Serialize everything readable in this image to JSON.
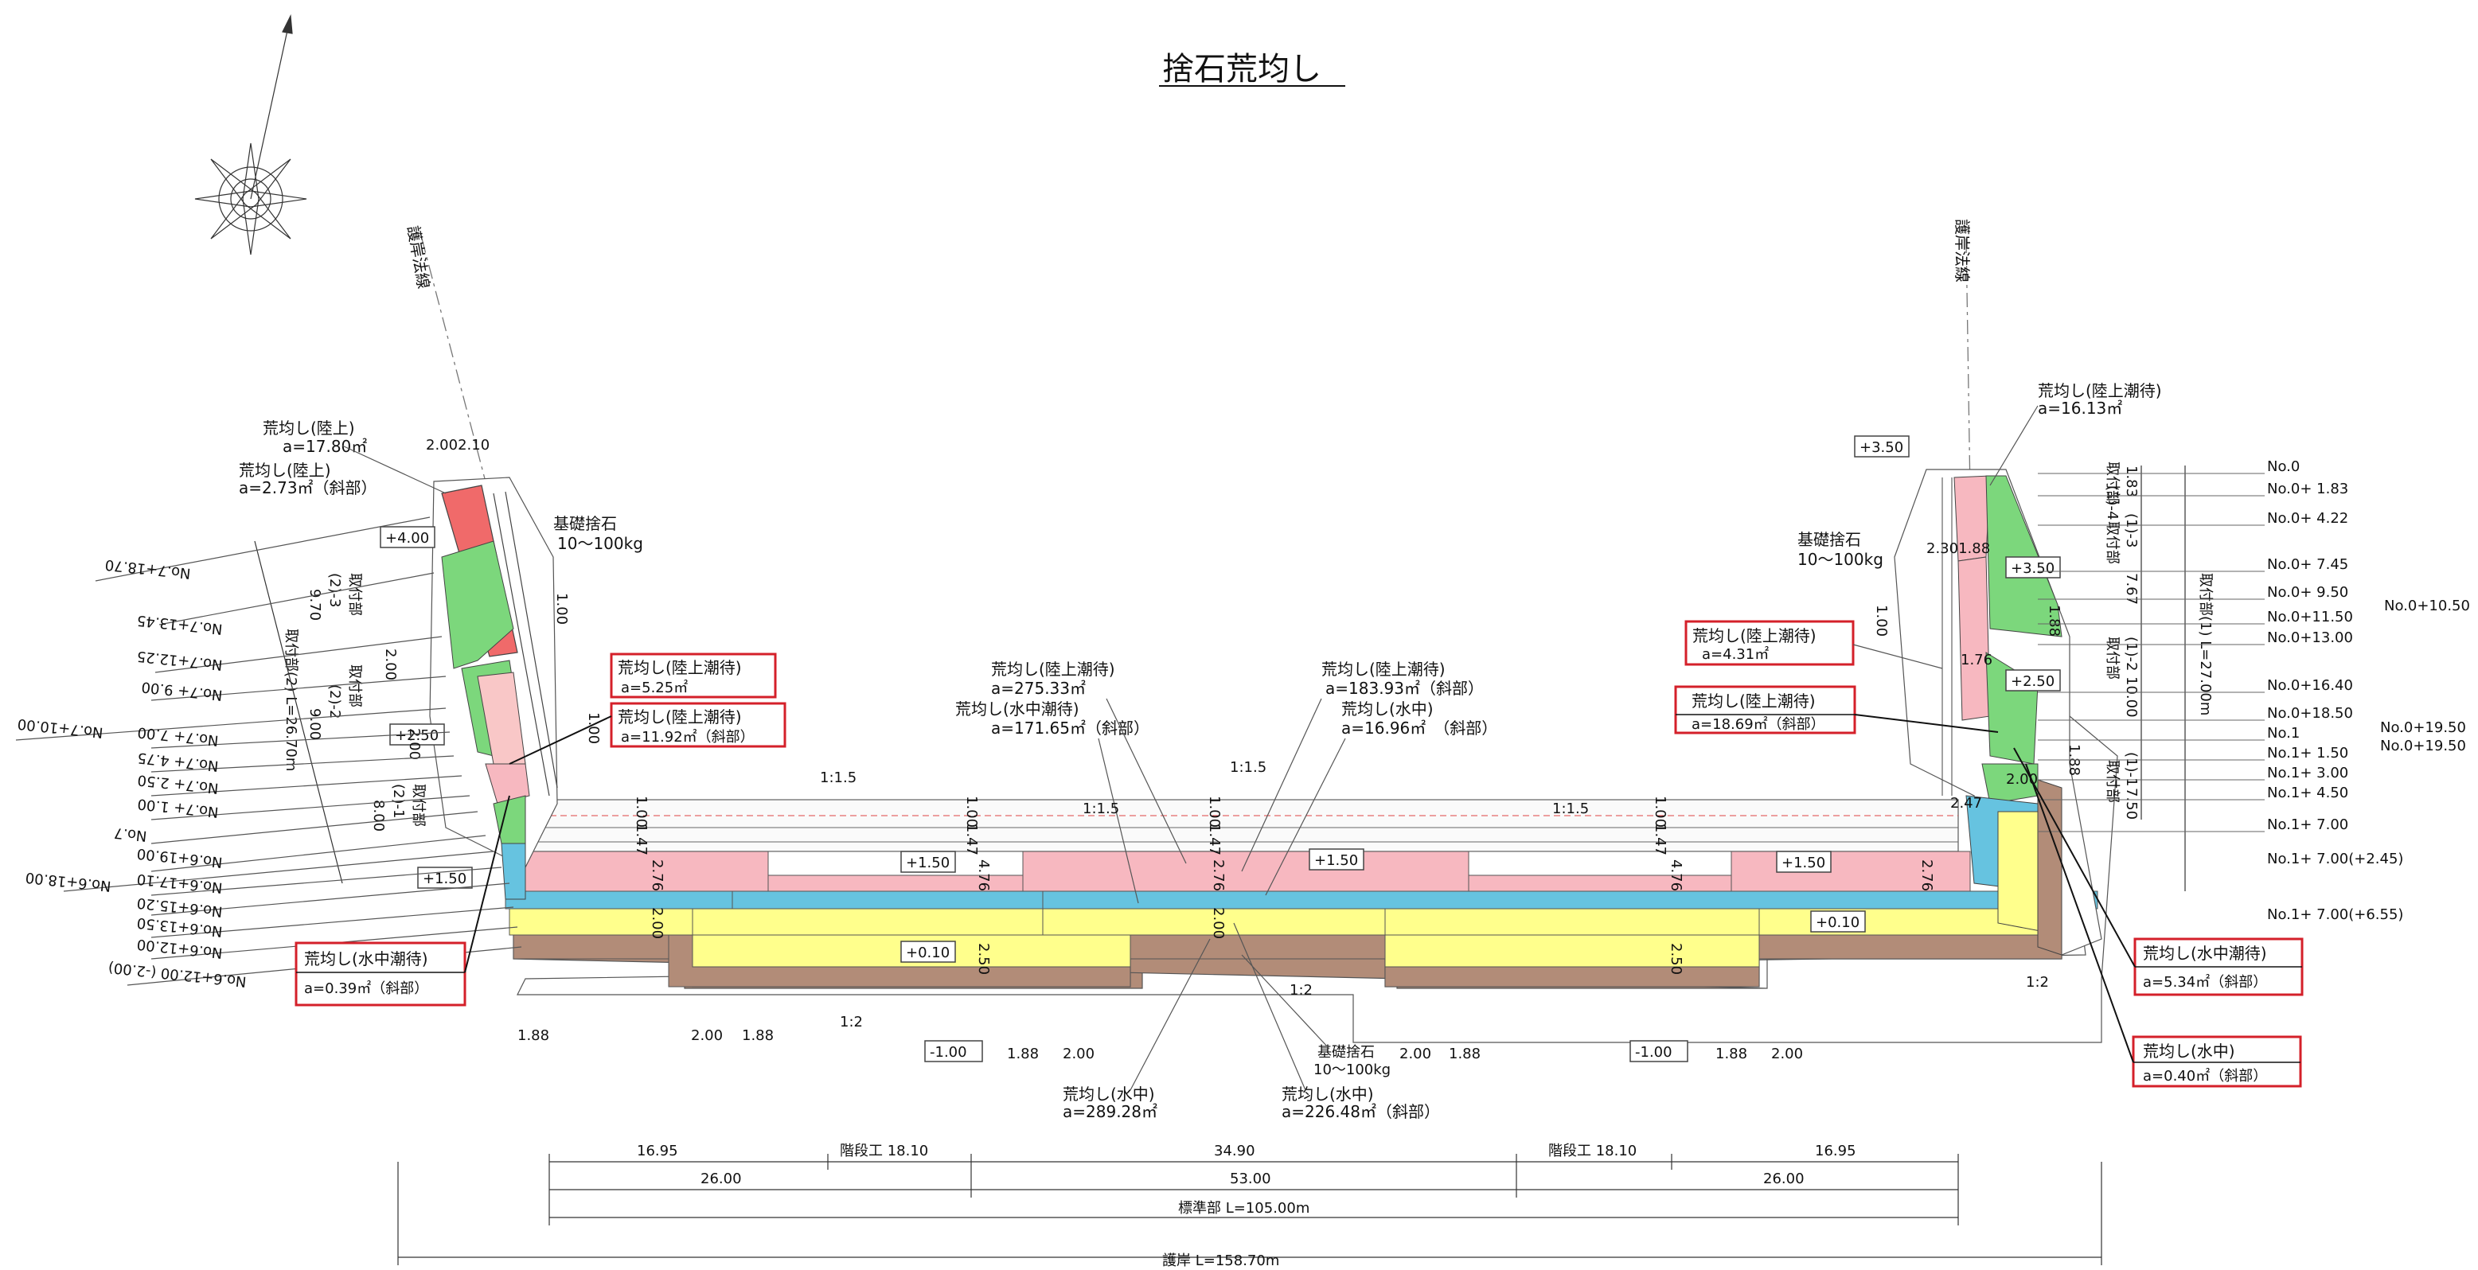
{
  "title": "捨石荒均し",
  "colors": {
    "riku": "#f06a6a",
    "rikuPale": "#f9c7c7",
    "rikuShio": "#f7b8c0",
    "slopeGreen": "#7cd77c",
    "suichuShio": "#66c3e0",
    "suichu": "#ffff8c",
    "kiso": "#b28c78",
    "redBox": "#d4202a"
  },
  "left": {
    "shoreline": "護岸法線",
    "kiso": {
      "name": "基礎捨石",
      "spec": "10～100kg"
    },
    "label1": {
      "name": "荒均し(陸上)",
      "area": "a=17.80㎡"
    },
    "label2": {
      "name": "荒均し(陸上)",
      "area": "a=2.73㎡（斜部）"
    },
    "box1": {
      "name": "荒均し(陸上潮待)",
      "area": "a=5.25㎡"
    },
    "box2": {
      "name": "荒均し(陸上潮待)",
      "area": "a=11.92㎡（斜部）"
    },
    "box3": {
      "name": "荒均し(水中潮待)",
      "area": "a=0.39㎡（斜部）"
    },
    "dims": {
      "top": "2.002.10",
      "d1": "1.00",
      "d2": "2.00",
      "d3": "2.00",
      "d4": "1.00",
      "w": "1.88"
    },
    "elev": {
      "e400": "+4.00",
      "e250": "+2.50",
      "e150": "+1.50"
    },
    "sections": [
      {
        "name": "取付部",
        "sub": "(2)-3",
        "len": "9.70"
      },
      {
        "name": "取付部",
        "sub": "(2)-2",
        "len": "9.00"
      },
      {
        "name": "取付部",
        "sub": "(2)-1",
        "len": "8.00"
      }
    ],
    "sectionTotal": "取付部(2) L=26.70m",
    "stations": [
      "No.7+18.70",
      "No.7+13.45",
      "No.7+12.25",
      "No.7+ 9.00",
      "No.7+10.00",
      "No.7+ 7.00",
      "No.7+ 4.75",
      "No.7+ 2.50",
      "No.7+ 1.00",
      "No.7",
      "No.6+19.00",
      "No.6+18.00",
      "No.6+17.10",
      "No.6+15.20",
      "No.6+13.50",
      "No.6+12.00",
      "No.6+12.00 (-2.00)"
    ]
  },
  "right": {
    "shoreline": "護岸法線",
    "kiso": {
      "name": "基礎捨石",
      "spec": "10～100kg"
    },
    "label1": {
      "name": "荒均し(陸上潮待)",
      "area": "a=16.13㎡"
    },
    "box1": {
      "name": "荒均し(陸上潮待)",
      "area": "a=4.31㎡"
    },
    "box2": {
      "name": "荒均し(陸上潮待)",
      "area": "a=18.69㎡（斜部）"
    },
    "box3": {
      "name": "荒均し(水中潮待)",
      "area": "a=5.34㎡（斜部）"
    },
    "box4": {
      "name": "荒均し(水中)",
      "area": "a=0.40㎡（斜部）"
    },
    "elev": {
      "e350a": "+3.50",
      "e350b": "+3.50",
      "e250": "+2.50"
    },
    "dims": {
      "top": "2.301.88",
      "d100": "1.00",
      "d188a": "1.88",
      "d176": "1.76",
      "d200": "2.00",
      "d188b": "1.88",
      "d247": "2.47"
    },
    "sections": [
      {
        "name": "取付部",
        "sub": "(1)-4",
        "len": "1.83"
      },
      {
        "name": "取付部",
        "sub": "(1)-3",
        "len": "7.67"
      },
      {
        "name": "取付部",
        "sub": "(1)-2",
        "len": "10.00"
      },
      {
        "name": "取付部",
        "sub": "(1)-1",
        "len": "7.50"
      }
    ],
    "sectionTotal": "取付部(1) L=27.00m",
    "stations": [
      "No.0",
      "No.0+ 1.83",
      "No.0+ 4.22",
      "No.0+ 7.45",
      "No.0+ 9.50",
      "No.0+11.50",
      "No.0+13.00",
      "No.0+16.40",
      "No.0+18.50",
      "No.1",
      "No.1+ 1.50",
      "No.1+ 3.00",
      "No.1+ 4.50",
      "No.1+ 7.00",
      "No.1+ 7.00(+2.45)",
      "No.1+ 7.00(+6.55)"
    ],
    "stationsFar": [
      "No.0+10.50",
      "No.0+19.50",
      "No.0+19.50"
    ]
  },
  "center": {
    "lab1": {
      "name": "荒均し(陸上潮待)",
      "area": "a=275.33㎡"
    },
    "lab2": {
      "name": "荒均し(水中潮待)",
      "area": "a=171.65㎡（斜部）"
    },
    "lab3": {
      "name": "荒均し(陸上潮待)",
      "area": "a=183.93㎡（斜部）"
    },
    "lab4": {
      "name": "荒均し(水中)",
      "area": "a=16.96㎡　（斜部）"
    },
    "lab5": {
      "name": "荒均し(水中)",
      "area": "a=289.28㎡"
    },
    "lab6": {
      "name": "荒均し(水中)",
      "area": "a=226.48㎡（斜部）"
    },
    "kiso": {
      "name": "基礎捨石",
      "spec": "10～100kg"
    },
    "elevs": {
      "p150a": "+1.50",
      "p150b": "+1.50",
      "p150c": "+1.50",
      "p010a": "+0.10",
      "p010b": "+0.10",
      "m100a": "-1.00",
      "m100b": "-1.00"
    },
    "heights": {
      "h476a": "4.76",
      "h276a": "2.76",
      "h200a": "2.00",
      "h147a": "1.47",
      "h100a": "1.00",
      "h276b": "2.76",
      "h200b": "2.00",
      "h250a": "2.50",
      "h147b": "1.47",
      "h100b": "1.00",
      "h476b": "4.76",
      "h250b": "2.50",
      "h147c": "1.47",
      "h100c": "1.00",
      "h276c": "2.76",
      "h147d": "1.47",
      "h100d": "1.00"
    },
    "slopes": {
      "s15": "1:1.5",
      "s12": "1:2"
    },
    "bottomDims": [
      "1.88",
      "2.00",
      "1.88",
      "1.88",
      "2.00",
      "2.00",
      "1.88",
      "1.88",
      "2.00"
    ],
    "spans": {
      "a": "16.95",
      "b": "階段工 18.10",
      "c": "34.90",
      "d": "階段工 18.10",
      "e": "16.95",
      "f": "26.00",
      "g": "53.00",
      "h": "26.00"
    },
    "standard": "標準部 L=105.00m",
    "total": "護岸 L=158.70m"
  }
}
